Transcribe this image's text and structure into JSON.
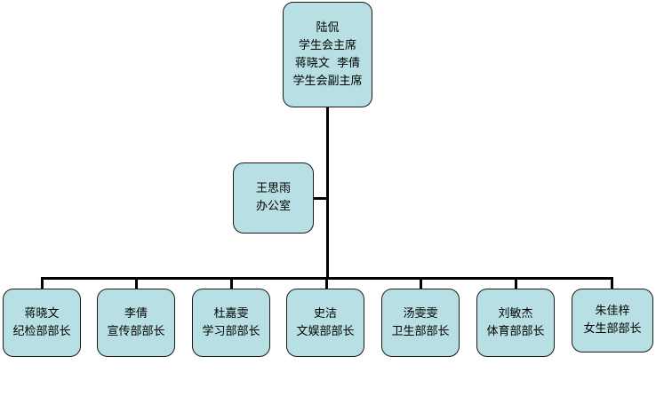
{
  "top": {
    "name": "陆侃",
    "title": "学生会主席",
    "vice_names": "蒋晓文  李倩",
    "vice_title": "学生会副主席"
  },
  "office": {
    "name": "王思雨",
    "title": "办公室"
  },
  "departments": [
    {
      "name": "蒋晓文",
      "title": "纪检部部长"
    },
    {
      "name": "李倩",
      "title": "宣传部部长"
    },
    {
      "name": "杜嘉雯",
      "title": "学习部部长"
    },
    {
      "name": "史洁",
      "title": "文娱部部长"
    },
    {
      "name": "汤雯雯",
      "title": "卫生部部长"
    },
    {
      "name": "刘敏杰",
      "title": "体育部部长"
    },
    {
      "name": "朱佳梓",
      "title": "女生部部长"
    }
  ],
  "colors": {
    "box_fill": "#b8e0e4",
    "box_border": "#1a1a1a",
    "connector": "#000000"
  }
}
